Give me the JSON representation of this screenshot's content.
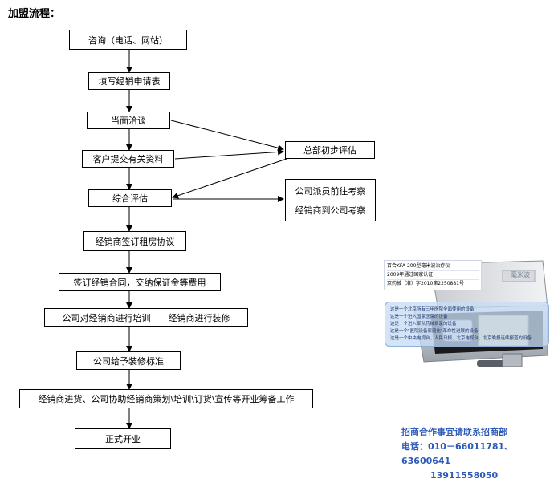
{
  "title": "加盟流程：",
  "flow": {
    "consult": "咨询（电话、网站）",
    "fill_form": "填写经销申请表",
    "talk": "当面洽谈",
    "submit_docs": "客户提交有关资料",
    "hq_eval": "总部初步评估",
    "overall_eval": "综合评估",
    "site_visit_1": "公司派员前往考察",
    "site_visit_2": "经销商到公司考察",
    "lease": "经销商签订租房协议",
    "contract": "签订经销合同，交纳保证金等费用",
    "training": "公司对经销商进行培训　　经销商进行装修",
    "decor_std": "公司给予装修标准",
    "prepare": "经销商进货、公司协助经销商策划\\培训\\订货\\宣传等开业筹备工作",
    "open": "正式开业"
  },
  "product": {
    "spec_1": "百合KFA-200型毫米波治疗仪",
    "spec_2": "2009年通过国家认证",
    "spec_3": "京药械（准）字2010第2250881号",
    "brand": "毫米波",
    "bullet_1": "这是一个北京所有三甲医院全面使用的设备",
    "bullet_2": "这是一个进入国家医保的设备",
    "bullet_3": "这是一个进入军队药械目录的设备",
    "bullet_4": "这是一个\"医院设备家庭化\"革命性进展的设备",
    "bullet_5": "这是一个中央电视台、人民日报、北京电视台、北京晚报连续报道的设备"
  },
  "contact": {
    "line1": "招商合作事宜请联系招商部",
    "line2": "电话：010－66011781、63600641",
    "line3": "13911558050"
  },
  "colors": {
    "contact_text": "#2e5bb8",
    "line": "#000000"
  }
}
